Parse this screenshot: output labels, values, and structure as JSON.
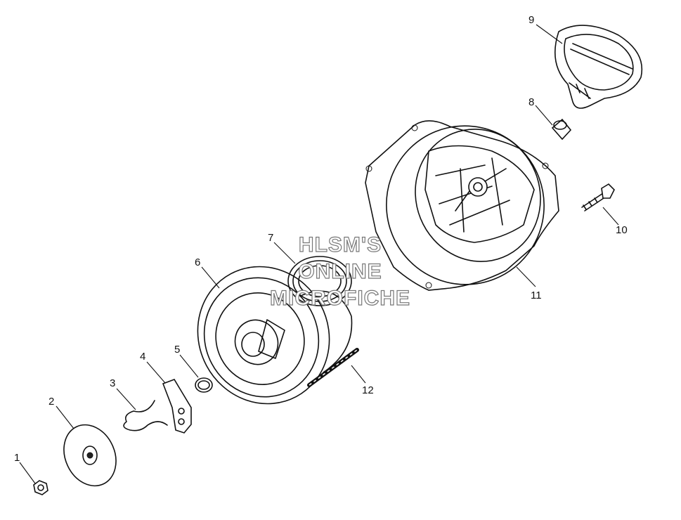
{
  "callouts": [
    {
      "id": "1",
      "label": "1"
    },
    {
      "id": "2",
      "label": "2"
    },
    {
      "id": "3",
      "label": "3"
    },
    {
      "id": "4",
      "label": "4"
    },
    {
      "id": "5",
      "label": "5"
    },
    {
      "id": "6",
      "label": "6"
    },
    {
      "id": "7",
      "label": "7"
    },
    {
      "id": "8",
      "label": "8"
    },
    {
      "id": "9",
      "label": "9"
    },
    {
      "id": "10",
      "label": "10"
    },
    {
      "id": "11",
      "label": "11"
    },
    {
      "id": "12",
      "label": "12"
    }
  ],
  "watermark": {
    "line1": "HLSM'S",
    "line2": "ONLINE",
    "line3": "MICROFICHE"
  }
}
